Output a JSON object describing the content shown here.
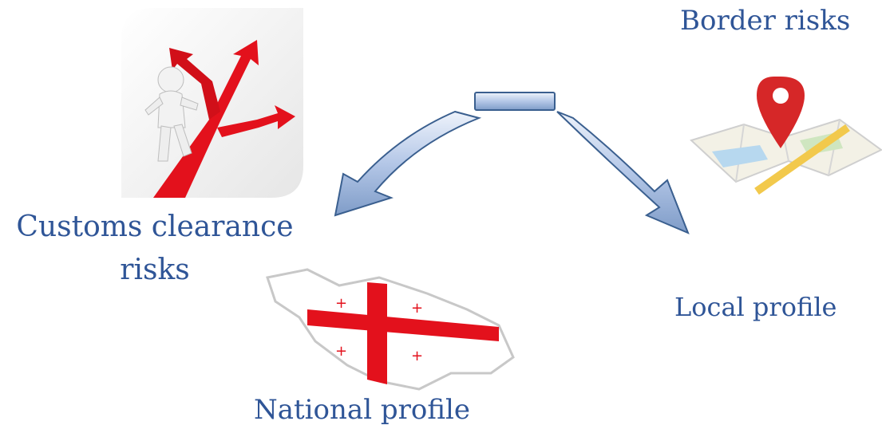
{
  "labels": {
    "border_risks": "Border risks",
    "customs_clearance_risks": "Customs clearance risks",
    "local_profile": "Local profile",
    "national_profile": "National profile"
  },
  "icons": {
    "customs": "person-choosing-path-arrows-icon",
    "map": "map-location-pin-icon",
    "flag": "georgia-flag-map-icon",
    "arrows": "split-curved-arrows-icon"
  },
  "colors": {
    "text": "#2f5597",
    "arrow_fill": "#b4c7e7",
    "arrow_stroke": "#3a5f8f",
    "accent_red": "#e3111c"
  }
}
